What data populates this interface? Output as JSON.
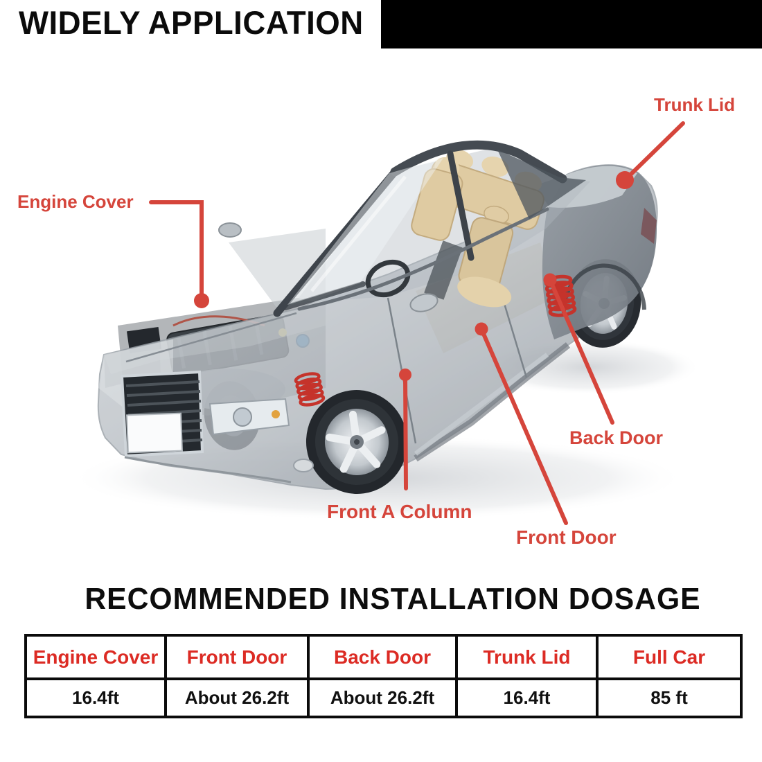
{
  "header": {
    "title": "WIDELY APPLICATION",
    "bar_color": "#000000"
  },
  "diagram": {
    "accent_color": "#d5453b",
    "labels": {
      "engine_cover": "Engine Cover",
      "trunk_lid": "Trunk Lid",
      "back_door": "Back Door",
      "front_a_column": "Front A Column",
      "front_door": "Front Door"
    }
  },
  "dosage": {
    "title": "RECOMMENDED INSTALLATION DOSAGE",
    "table": {
      "header_color": "#dc2b24",
      "columns": [
        "Engine Cover",
        "Front Door",
        "Back Door",
        "Trunk Lid",
        "Full Car"
      ],
      "values": [
        "16.4ft",
        "About 26.2ft",
        "About 26.2ft",
        "16.4ft",
        "85 ft"
      ]
    }
  }
}
